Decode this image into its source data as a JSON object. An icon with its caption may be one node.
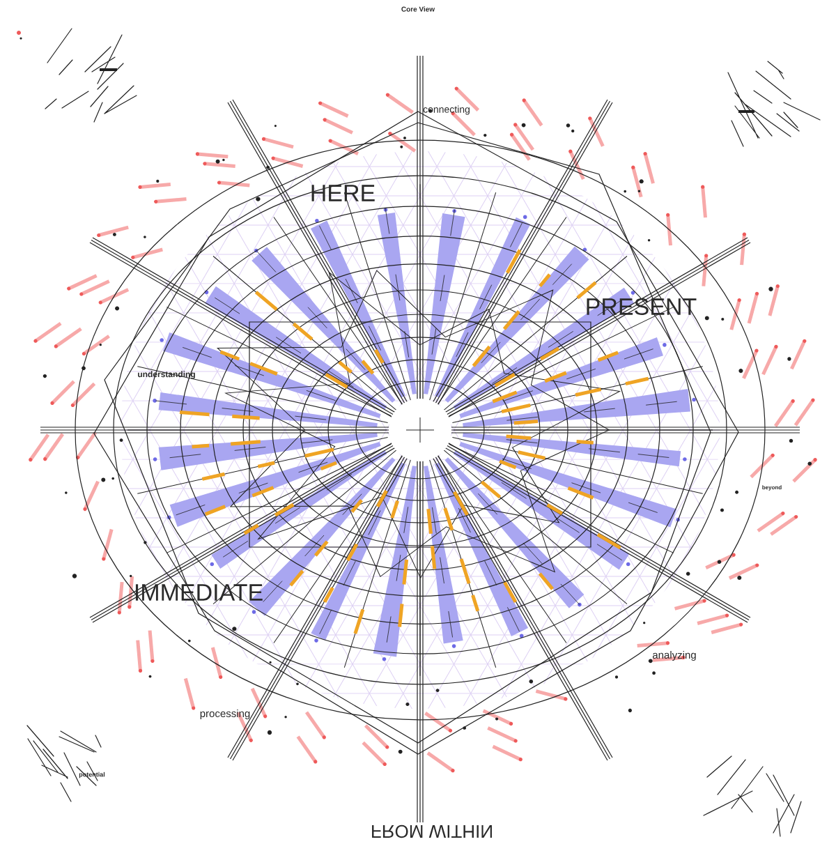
{
  "diagram": {
    "title": "Core View",
    "labels": [
      "connecting",
      "HERE",
      "PRESENT",
      "understanding",
      "beyond",
      "IMMEDIATE",
      "analyzing",
      "processing",
      "potential",
      "FROM WITHIN"
    ]
  }
}
